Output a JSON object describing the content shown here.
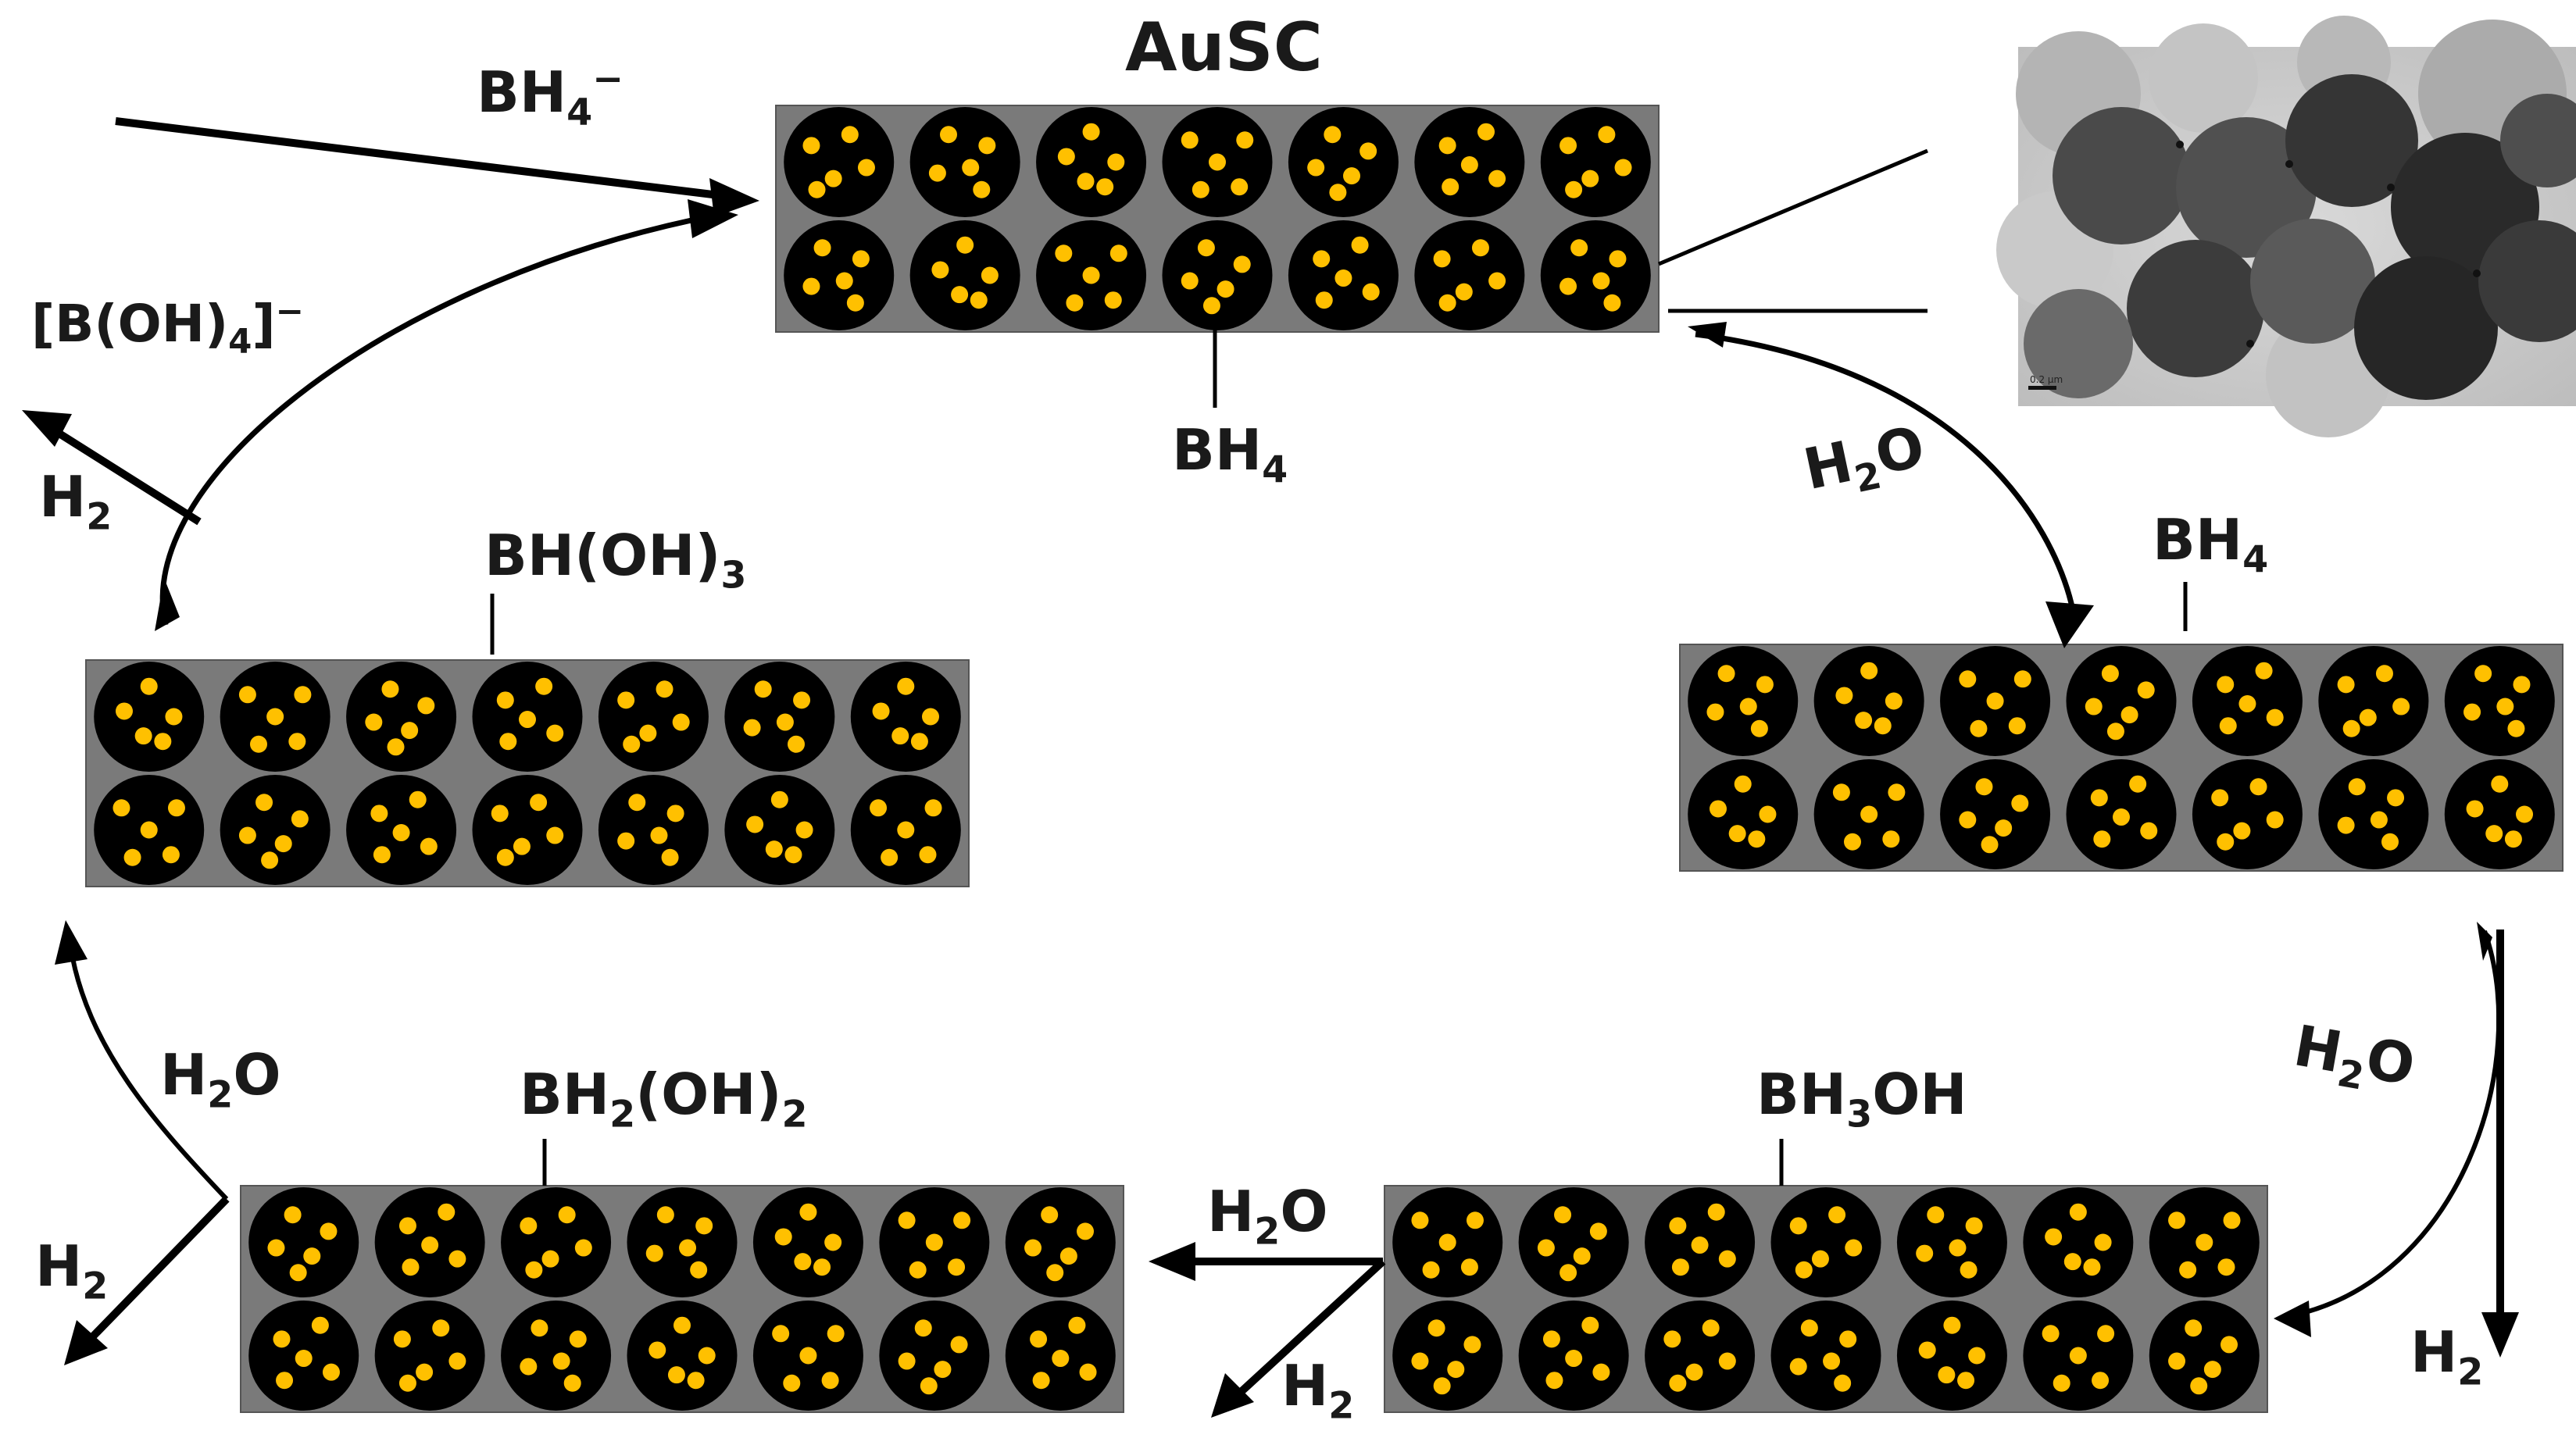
{
  "title": "AuSC",
  "colors": {
    "frame": "#7a7a7a",
    "sphere": "#000000",
    "particle": "#ffc000",
    "line": "#000000",
    "text": "#1a1a1a"
  },
  "labels": {
    "bh4_minus": {
      "base": "BH",
      "sub": "4",
      "sup": "−"
    },
    "boh4_minus": {
      "pre": "[B(OH)",
      "sub": "4",
      "post": "]",
      "sup": "−"
    },
    "h2_top_left": {
      "base": "H",
      "sub": "2"
    },
    "bh4_top": {
      "base": "BH",
      "sub": "4"
    },
    "h2o_right_top": {
      "base": "H",
      "sub": "2",
      "post": "O"
    },
    "bh4_right": {
      "base": "BH",
      "sub": "4"
    },
    "bhoh3": {
      "pre": "BH(OH)",
      "sub": "3"
    },
    "h2o_right_mid": {
      "base": "H",
      "sub": "2",
      "post": "O"
    },
    "h2_right_bottom": {
      "base": "H",
      "sub": "2"
    },
    "bh3oh": {
      "base": "BH",
      "sub": "3",
      "post": "OH"
    },
    "bh2oh2": {
      "pre": "BH",
      "sub": "2",
      "mid": "(OH)",
      "sub2": "2"
    },
    "h2o_bottom_mid": {
      "base": "H",
      "sub": "2",
      "post": "O"
    },
    "h2_bottom_mid": {
      "base": "H",
      "sub": "2"
    },
    "h2o_left": {
      "base": "H",
      "sub": "2",
      "post": "O"
    },
    "h2_left": {
      "base": "H",
      "sub": "2"
    }
  },
  "tem_scale_text": "0.2 μm"
}
